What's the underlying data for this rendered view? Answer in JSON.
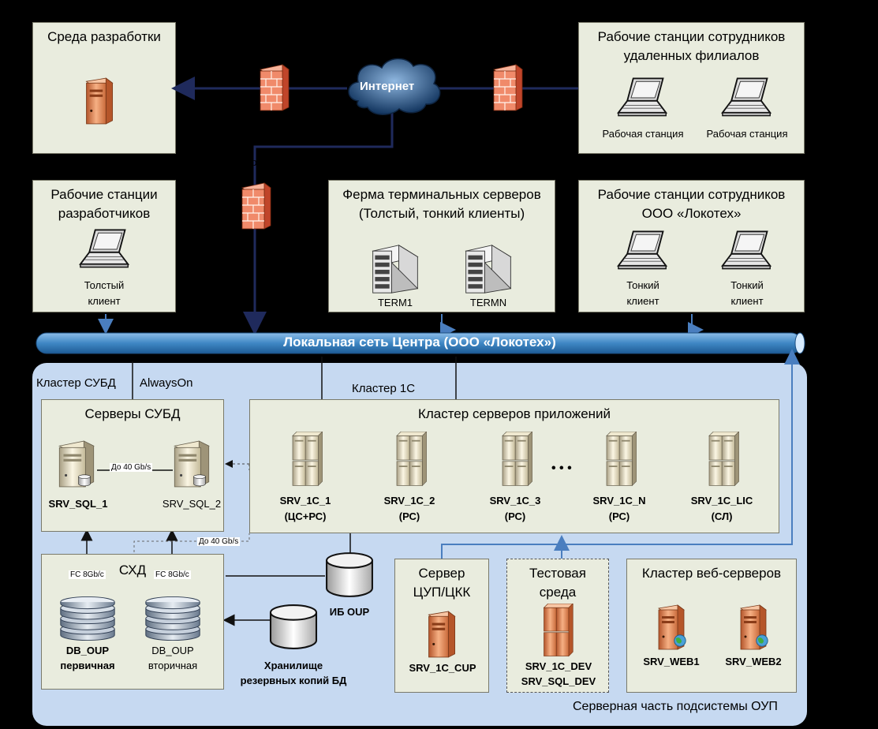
{
  "diagram": {
    "firewall_label": "Сетевой экран",
    "internet": "Интернет",
    "dev_env": {
      "title": "Среда разработки"
    },
    "remote_ws": {
      "title_line1": "Рабочие станции сотрудников",
      "title_line2": "удаленных филиалов",
      "ws1": "Рабочая станция",
      "ws2": "Рабочая станция"
    },
    "dev_ws": {
      "title_line1": "Рабочие станции",
      "title_line2": "разработчиков",
      "client_line1": "Толстый",
      "client_line2": "клиент"
    },
    "terminal_farm": {
      "title_line1": "Ферма терминальных серверов",
      "title_line2": "(Толстый, тонкий клиенты)",
      "term1": "TERM1",
      "termn": "TERMN"
    },
    "local_ws": {
      "title_line1": "Рабочие станции сотрудников",
      "title_line2": "ООО «Локотех»",
      "c1_line1": "Тонкий",
      "c1_line2": "клиент",
      "c2_line1": "Тонкий",
      "c2_line2": "клиент"
    },
    "lan": "Локальная сеть Центра (ООО «Локотех»)",
    "server_part": "Серверная часть подсистемы ОУП",
    "cluster_dbms": "Кластер СУБД",
    "alwayson": "AlwaysOn",
    "cluster_1c": "Кластер 1С",
    "db_servers": {
      "title": "Серверы СУБД",
      "sql1": "SRV_SQL_1",
      "sql2": "SRV_SQL_2",
      "speed": "До 40 Gb/s"
    },
    "app_cluster": {
      "title": "Кластер серверов приложений",
      "ellipsis": "• • •",
      "servers": [
        {
          "name": "SRV_1C_1",
          "role": "(ЦС+РС)"
        },
        {
          "name": "SRV_1C_2",
          "role": "(РС)"
        },
        {
          "name": "SRV_1C_3",
          "role": "(РС)"
        },
        {
          "name": "SRV_1C_N",
          "role": "(РС)"
        },
        {
          "name": "SRV_1C_LIC",
          "role": "(СЛ)"
        }
      ]
    },
    "storage": {
      "title": "СХД",
      "fc1": "FC 8Gb/c",
      "fc2": "FC 8Gb/c",
      "db1_name": "DB_OUP",
      "db1_role": "первичная",
      "db2_name": "DB_OUP",
      "db2_role": "вторичная",
      "speed": "До 40 Gb/s"
    },
    "ib_oup": "ИБ OUP",
    "backup": {
      "line1": "Хранилище",
      "line2": "резервных копий БД"
    },
    "cup": {
      "title_line1": "Сервер",
      "title_line2": "ЦУП/ЦКК",
      "name": "SRV_1C_CUP"
    },
    "test_env": {
      "title_line1": "Тестовая",
      "title_line2": "среда",
      "name1": "SRV_1C_DEV",
      "name2": "SRV_SQL_DEV"
    },
    "web_cluster": {
      "title": "Кластер веб-серверов",
      "web1": "SRV_WEB1",
      "web2": "SRV_WEB2"
    }
  },
  "colors": {
    "background": "#000000",
    "box": "#e9ecde",
    "pipe": "#3f87c4",
    "server_area": "#c6d9f1",
    "line_dark": "#1f2a5c",
    "line_blue": "#4a7ebf"
  }
}
